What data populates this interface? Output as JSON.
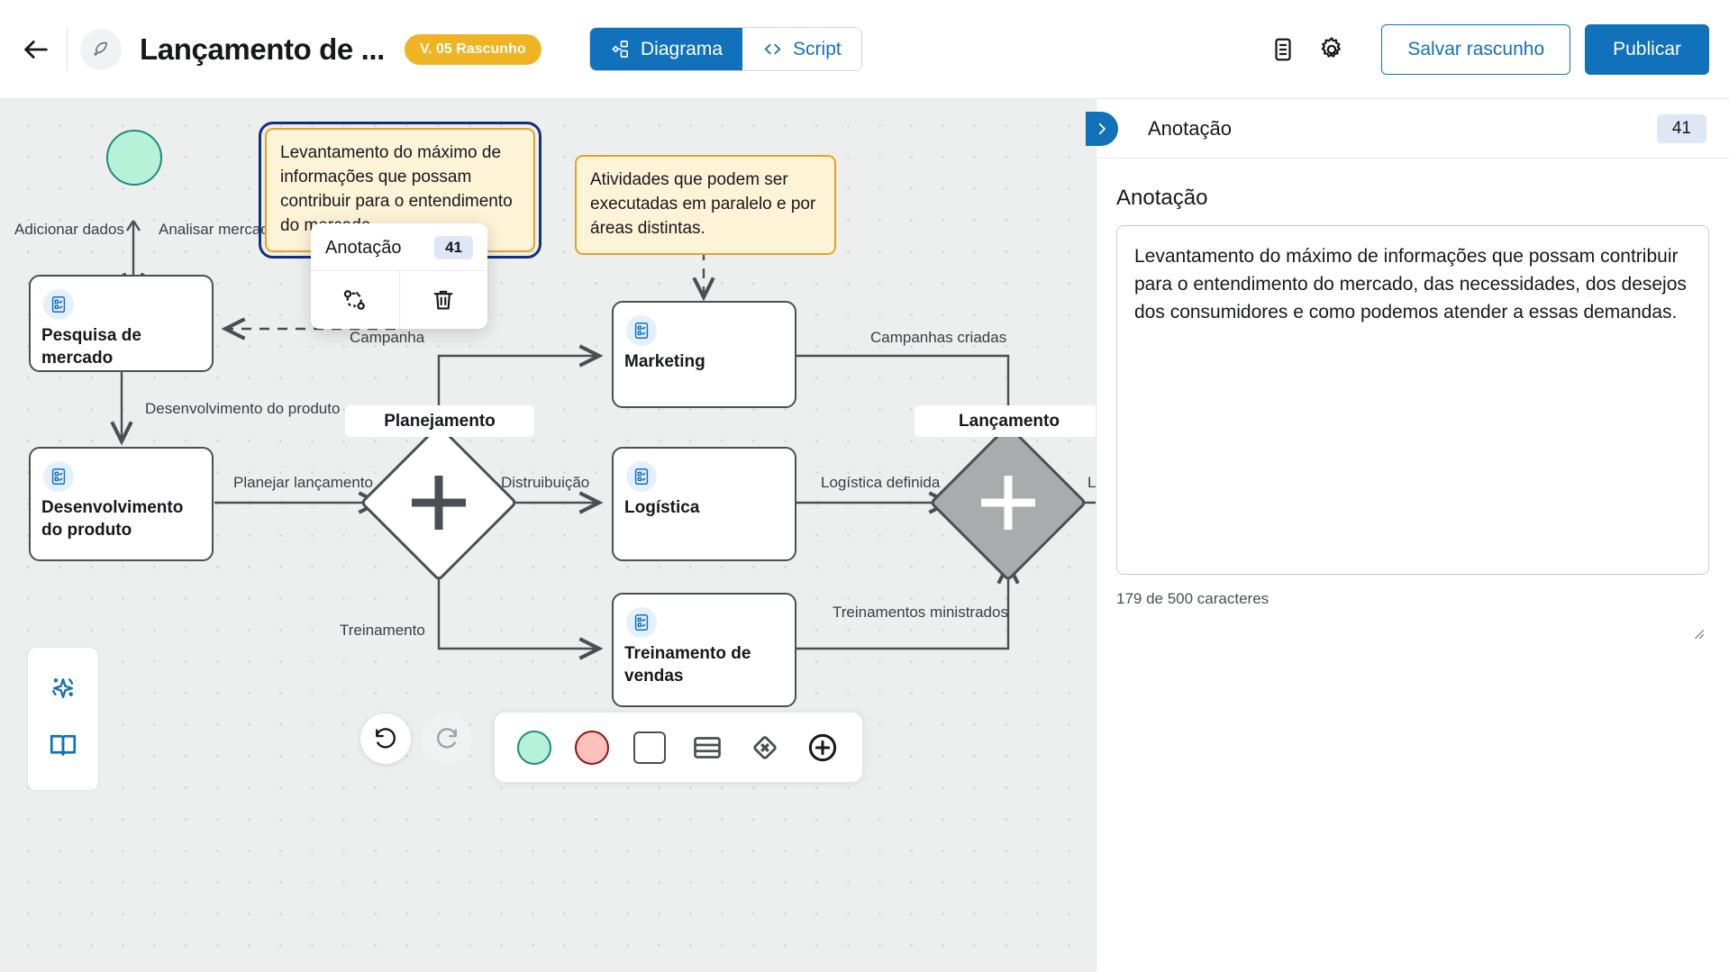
{
  "header": {
    "back_icon": "arrow-left-icon",
    "doc_avatar_icon": "rocket-icon",
    "title": "Lançamento de ...",
    "version_badge": "V. 05 Rascunho",
    "tabs": [
      {
        "label": "Diagrama",
        "icon": "diagram-icon",
        "active": true
      },
      {
        "label": "Script",
        "icon": "code-icon",
        "active": false
      }
    ],
    "doc_icon": "document-icon",
    "settings_icon": "gear-icon",
    "save_draft_label": "Salvar rascunho",
    "publish_label": "Publicar",
    "accent_color": "#1171ba",
    "badge_color": "#f0b323"
  },
  "canvas": {
    "start_event": {
      "name": "start-event",
      "color": "#b6f2d8"
    },
    "nodes": [
      {
        "id": "pesquisa",
        "label": "Pesquisa de mercado"
      },
      {
        "id": "desenvolvimento",
        "label": "Desenvolvimento do produto"
      },
      {
        "id": "marketing",
        "label": "Marketing"
      },
      {
        "id": "logistica",
        "label": "Logística"
      },
      {
        "id": "treinamento",
        "label": "Treinamento de vendas"
      }
    ],
    "pool_labels": [
      {
        "id": "planejamento",
        "label": "Planejamento"
      },
      {
        "id": "lancamento",
        "label": "Lançamento"
      }
    ],
    "edge_labels": [
      {
        "id": "adicionar-dados",
        "label": "Adicionar dados"
      },
      {
        "id": "analisar-mercado",
        "label": "Analisar mercado"
      },
      {
        "id": "campanha",
        "label": "Campanha"
      },
      {
        "id": "desenvolvimento-produto",
        "label": "Desenvolvimento do produto"
      },
      {
        "id": "planejar-lancamento",
        "label": "Planejar lançamento"
      },
      {
        "id": "distribuicao",
        "label": "Distruibuição"
      },
      {
        "id": "treinamento",
        "label": "Treinamento"
      },
      {
        "id": "campanhas-criadas",
        "label": "Campanhas criadas"
      },
      {
        "id": "logistica-definida",
        "label": "Logística definida"
      },
      {
        "id": "treinamentos-ministrados",
        "label": "Treinamentos ministrados"
      },
      {
        "id": "lancamento-cut",
        "label": "L"
      }
    ],
    "notes": [
      {
        "id": "note-selected",
        "text": "Levantamento do máximo de informações que possam contribuir para o entendimento do mercado,...",
        "selected": true
      },
      {
        "id": "note-parallel",
        "text": "Atividades que podem ser executadas em paralelo e por áreas distintas.",
        "selected": false
      }
    ],
    "popup": {
      "title": "Anotação",
      "count": "41",
      "connect_icon": "connection-icon",
      "delete_icon": "trash-icon"
    },
    "left_panel": [
      {
        "id": "ai",
        "icon": "sparkle-ai-icon"
      },
      {
        "id": "docs",
        "icon": "book-icon"
      }
    ],
    "undo_redo": [
      {
        "id": "undo",
        "icon": "undo-icon",
        "disabled": false
      },
      {
        "id": "redo",
        "icon": "redo-icon",
        "disabled": true
      }
    ],
    "palette": [
      {
        "id": "start-event",
        "icon": "green-circle-icon"
      },
      {
        "id": "end-event",
        "icon": "red-circle-icon"
      },
      {
        "id": "task",
        "icon": "square-icon"
      },
      {
        "id": "lane",
        "icon": "lane-icon"
      },
      {
        "id": "gateway",
        "icon": "gateway-diamond-icon"
      },
      {
        "id": "add-more",
        "icon": "plus-circle-icon"
      }
    ]
  },
  "right_panel": {
    "collapse_icon": "chevron-right-icon",
    "header_title": "Anotação",
    "header_count": "41",
    "section_title": "Anotação",
    "textarea_value": "Levantamento do máximo de informações que possam contribuir para o entendimento do mercado, das necessidades, dos desejos dos consumidores e como podemos atender a essas demandas.",
    "counter": "179 de 500 caracteres"
  }
}
